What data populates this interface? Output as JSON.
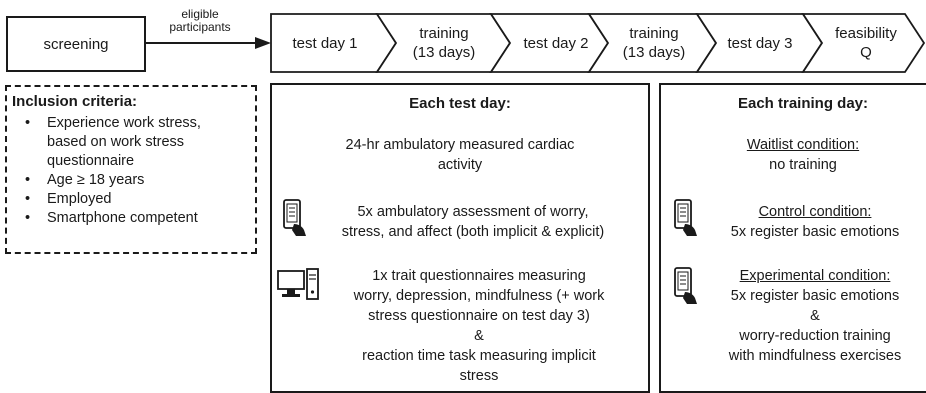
{
  "screening": {
    "label": "screening"
  },
  "arrow_label": {
    "line1": "eligible",
    "line2": "participants"
  },
  "stages": [
    {
      "line1": "test day 1",
      "line2": ""
    },
    {
      "line1": "training",
      "line2": "(13 days)"
    },
    {
      "line1": "test day 2",
      "line2": ""
    },
    {
      "line1": "training",
      "line2": "(13 days)"
    },
    {
      "line1": "test day 3",
      "line2": ""
    },
    {
      "line1": "feasibility",
      "line2": "Q"
    }
  ],
  "inclusion": {
    "title": "Inclusion criteria:",
    "items": [
      {
        "bullet": "•",
        "line1": "Experience work stress,",
        "line2": "based on work stress",
        "line3": "questionnaire"
      },
      {
        "bullet": "•",
        "line1": "Age ≥ 18 years",
        "line2": "",
        "line3": ""
      },
      {
        "bullet": "•",
        "line1": "Employed",
        "line2": "",
        "line3": ""
      },
      {
        "bullet": "•",
        "line1": "Smartphone competent",
        "line2": "",
        "line3": ""
      }
    ]
  },
  "test_day": {
    "title": "Each test day:",
    "cardiac": {
      "line1": "24-hr ambulatory measured cardiac",
      "line2": "activity"
    },
    "ambulatory": {
      "line1": "5x ambulatory assessment of worry,",
      "line2": "stress, and affect (both implicit & explicit)"
    },
    "trait": {
      "line1": "1x trait questionnaires measuring",
      "line2": "worry, depression, mindfulness (+ work",
      "line3": "stress questionnaire on test day 3)",
      "line4": "&",
      "line5": "reaction time task measuring implicit",
      "line6": "stress"
    },
    "icons": {
      "smartphone": "smartphone-icon",
      "computer": "desktop-computer-icon"
    }
  },
  "training_day": {
    "title": "Each training day:",
    "waitlist": {
      "heading": "Waitlist condition:",
      "line1": "no training"
    },
    "control": {
      "heading": "Control condition:",
      "line1": "5x register basic emotions"
    },
    "experimental": {
      "heading": "Experimental condition:",
      "line1": "5x register basic emotions",
      "line2": "&",
      "line3": "worry-reduction training",
      "line4": "with mindfulness exercises"
    },
    "icons": {
      "smartphone": "smartphone-icon"
    }
  }
}
